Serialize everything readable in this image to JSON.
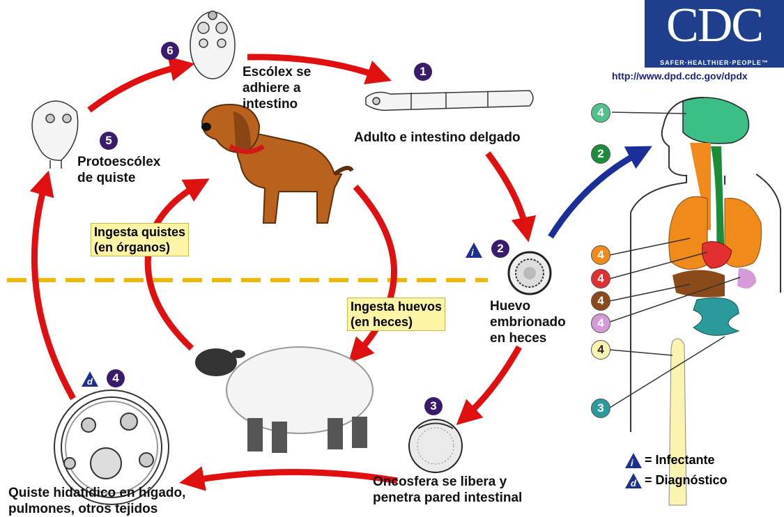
{
  "logo": {
    "mark": "CDC",
    "tagline": "SAFER·HEALTHIER·PEOPLE™",
    "url": "http://www.dpd.cdc.gov/dpdx"
  },
  "stages": {
    "s1": {
      "num": "1",
      "label": "Adulto e intestino  delgado"
    },
    "s2": {
      "num": "2",
      "label": "Huevo\nembrionado\nen heces"
    },
    "s3": {
      "num": "3",
      "label": "Oncosfera se libera y\npenetra pared intestinal"
    },
    "s4": {
      "num": "4",
      "label": "Quiste hidatídico en hígado,\npulmones, otros tejidos"
    },
    "s5": {
      "num": "5",
      "label": "Protoescólex\nde quiste"
    },
    "s6": {
      "num": "6",
      "label": "Escólex se\nadhiere a\n intestino"
    }
  },
  "boxes": {
    "ingesta_quistes": "Ingesta quistes\n(en órganos)",
    "ingesta_huevos": "Ingesta huevos\n(en heces)"
  },
  "markers": {
    "infective": "i",
    "diagnostic": "d"
  },
  "body_numbers": [
    {
      "num": "4",
      "color": "#4fc18a",
      "organ": "brain"
    },
    {
      "num": "2",
      "color": "#1a8c3a",
      "organ": "entry"
    },
    {
      "num": "4",
      "color": "#f08a1a",
      "organ": "lungs"
    },
    {
      "num": "4",
      "color": "#e23030",
      "organ": "heart"
    },
    {
      "num": "4",
      "color": "#8b4a1a",
      "organ": "liver"
    },
    {
      "num": "4",
      "color": "#d79ad8",
      "organ": "spleen"
    },
    {
      "num": "4",
      "color": "#fbf3b0",
      "organ": "bone"
    },
    {
      "num": "3",
      "color": "#2a9a9a",
      "organ": "intestine"
    }
  ],
  "legend": {
    "infective": "= Infectante",
    "diagnostic": "= Diagnóstico"
  },
  "colors": {
    "arrow": "#e01010",
    "blue_arrow": "#1a2f9a",
    "dash": "#f0b800",
    "marker_fill": "#3a1a6a"
  }
}
